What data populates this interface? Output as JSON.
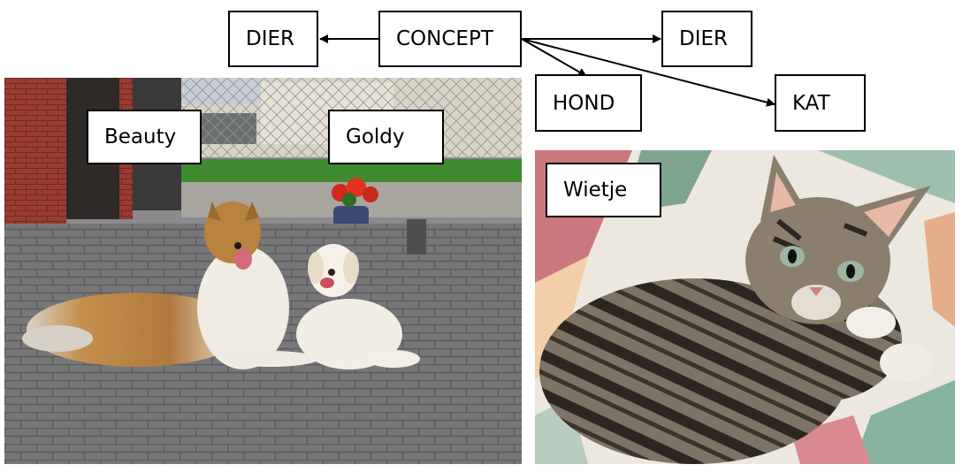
{
  "concept_box": "CONCEPT",
  "category_left": "DIER",
  "category_right": "DIER",
  "subtypes": {
    "hond": "HOND",
    "kat": "KAT"
  },
  "labels": {
    "beauty": "Beauty",
    "goldy": "Goldy",
    "wietje": "Wietje"
  },
  "colors": {
    "box_border": "#000000",
    "box_fill": "#ffffff",
    "arrow": "#000000"
  }
}
